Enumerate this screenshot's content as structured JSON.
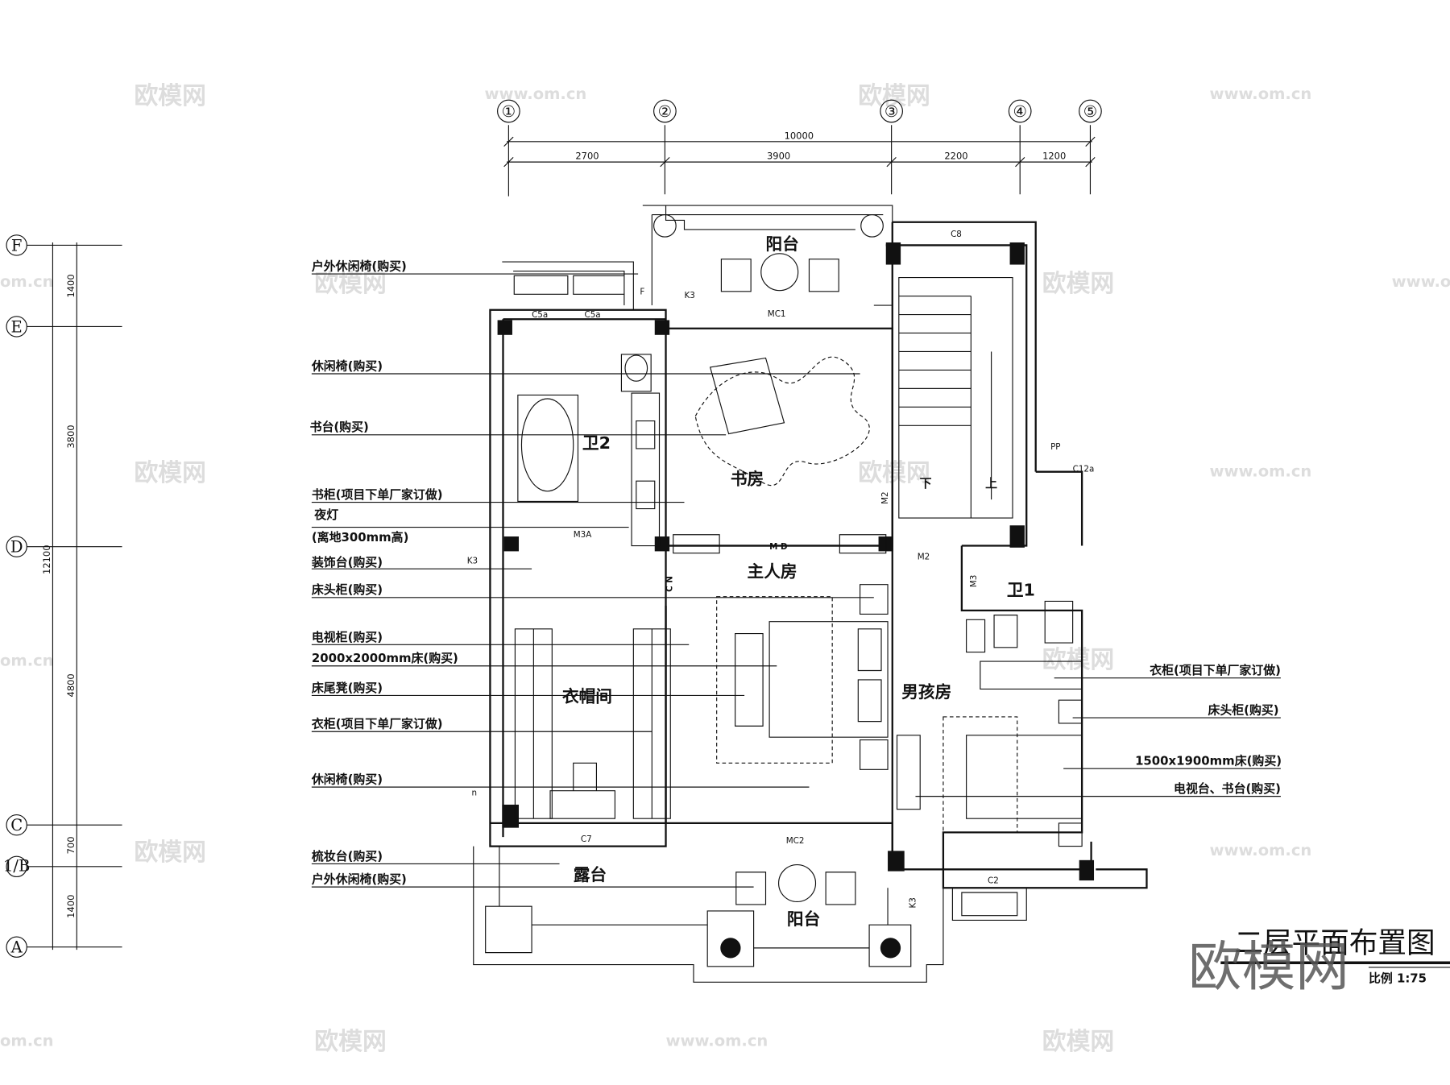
{
  "title": "二层平面布置图",
  "scale": "比例 1:75",
  "axes": {
    "columns": [
      "①",
      "②",
      "③",
      "④",
      "⑤"
    ],
    "rows": [
      "F",
      "E",
      "D",
      "C",
      "1/B",
      "A"
    ]
  },
  "dimensions": {
    "horizontal_total": "10000",
    "horizontal_segments": [
      "2700",
      "3900",
      "2200",
      "1200"
    ],
    "vertical_total": "12100",
    "vertical_segments": [
      "1400",
      "3800",
      "4800",
      "700",
      "1400"
    ]
  },
  "rooms": {
    "balcony_top": "阳台",
    "bath2": "卫2",
    "study": "书房",
    "master": "主人房",
    "cloakroom": "衣帽间",
    "boys_room": "男孩房",
    "bath1": "卫1",
    "terrace": "露台",
    "balcony_bottom": "阳台",
    "stairs_down": "下",
    "stairs_up": "上"
  },
  "tags": {
    "c8": "C8",
    "c5a_1": "C5a",
    "c5a_2": "C5a",
    "mc1": "MC1",
    "m2_a": "M2",
    "m3a": "M3A",
    "md": "M D",
    "m2_b": "M2",
    "m3": "M3",
    "c12a": "C12a",
    "pp": "PP",
    "k3_a": "K3",
    "k3_b": "K3",
    "k3_c": "K3",
    "c7": "C7",
    "mc2": "MC2",
    "c2": "C2",
    "f": "F",
    "n": "n",
    "cn": "C N"
  },
  "left_labels": [
    "户外休闲椅(购买)",
    "休闲椅(购买)",
    "书台(购买)",
    "书柜(项目下单厂家订做)",
    "夜灯",
    "(离地300mm高)",
    "装饰台(购买)",
    "床头柜(购买)",
    "电视柜(购买)",
    "2000x2000mm床(购买)",
    "床尾凳(购买)",
    "衣柜(项目下单厂家订做)",
    "休闲椅(购买)",
    "梳妆台(购买)",
    "户外休闲椅(购买)"
  ],
  "right_labels": [
    "衣柜(项目下单厂家订做)",
    "床头柜(购买)",
    "1500x1900mm床(购买)",
    "电视台、书台(购买)"
  ],
  "watermarks": [
    "欧模网",
    "www.om.cn",
    "om.cn"
  ]
}
